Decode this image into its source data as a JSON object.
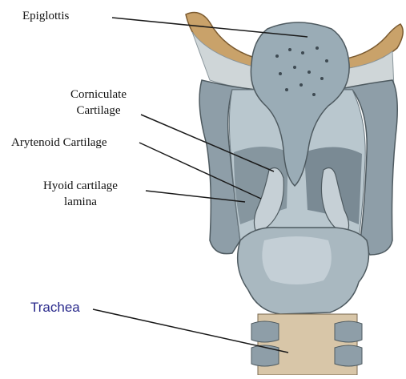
{
  "labels": {
    "epiglottis": "Epiglottis",
    "corniculate": [
      "Corniculate",
      "Cartilage"
    ],
    "arytenoid": "Arytenoid Cartilage",
    "hyoid": [
      "Hyoid cartilage",
      "lamina"
    ],
    "trachea": "Trachea"
  },
  "colors": {
    "cartilage": "#8e9ea8",
    "cartilage_light": "#b9c7ce",
    "cartilage_dark": "#5e6c74",
    "membrane": "#cfd6d8",
    "hyoid_bone": "#c9a26a",
    "trachea_muscle": "#d8c6a8",
    "label_text": "#111111",
    "trachea_label": "#2a2a8c",
    "leader_line": "#1a1a1a"
  }
}
